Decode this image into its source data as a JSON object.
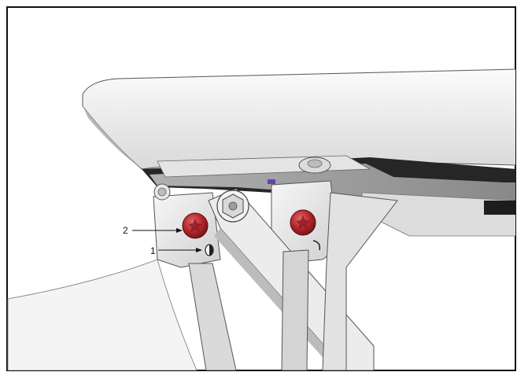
{
  "callouts": [
    {
      "id": "callout-1",
      "label": "1",
      "target": "locating-hole"
    },
    {
      "id": "callout-2",
      "label": "2",
      "target": "fastener"
    }
  ],
  "colors": {
    "frame": "#111111",
    "fastener": "#b3262c",
    "fastener_highlight": "#e06a6a",
    "housing_light": "#f2f2f2",
    "housing_mid": "#d6d6d6",
    "housing_dark": "#8a8a8a",
    "cavity": "#1d1d1d"
  }
}
